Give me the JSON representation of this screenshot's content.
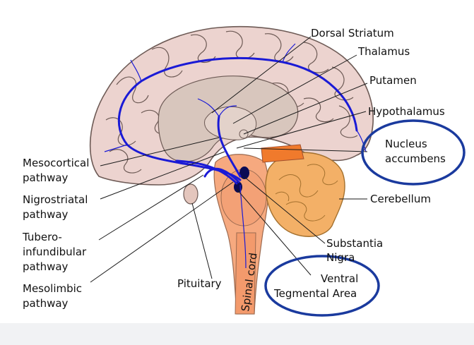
{
  "colors": {
    "cortex": "#ecd3cf",
    "cortex_outline": "#6d5a55",
    "inner_region": "#d8c6bd",
    "brainstem": "#f6a97f",
    "cerebellum": "#f3b067",
    "pathway": "#1a1ad6",
    "highlight_ellipse": "#1a3a9e"
  },
  "labels": {
    "dorsal_striatum": "Dorsal Striatum",
    "thalamus": "Thalamus",
    "putamen": "Putamen",
    "hypothalamus": "Hypothalamus",
    "nucleus_accumbens_line1": "Nucleus",
    "nucleus_accumbens_line2": "accumbens",
    "cerebellum": "Cerebellum",
    "substantia_nigra_line1": "Substantia",
    "substantia_nigra_line2": "Nigra",
    "vta_line1": "Ventral",
    "vta_line2": "Tegmental Area",
    "pituitary": "Pituitary",
    "spinal_cord": "Spinal cord",
    "mesocortical_line1": "Mesocortical",
    "mesocortical_line2": "pathway",
    "nigrostriatal_line1": "Nigrostriatal",
    "nigrostriatal_line2": "pathway",
    "tuberoinfundibular_line1": "Tubero-",
    "tuberoinfundibular_line2": "infundibular",
    "tuberoinfundibular_line3": "pathway",
    "mesolimbic_line1": "Mesolimbic",
    "mesolimbic_line2": "pathway"
  }
}
